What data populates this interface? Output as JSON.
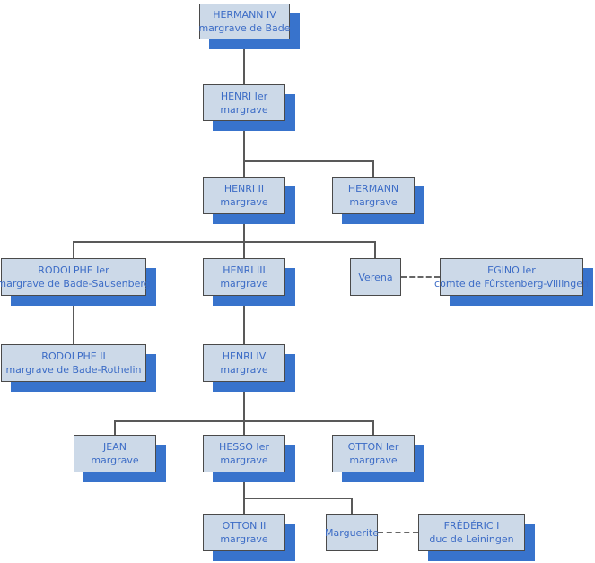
{
  "diagram": {
    "type": "family-tree",
    "subject": "Margraves de Bade (genealogie)"
  },
  "palette": {
    "background": "#ffffff",
    "box_fill": "#ccd9e8",
    "box_border": "#4a4a4a",
    "box_shadow": "#3873cc",
    "text_color": "#3c6cc6",
    "line_color": "#595959",
    "dash_color": "#666666"
  },
  "nodes": {
    "hermann4": {
      "name": "HERMANN IV",
      "title": "margrave de Bade"
    },
    "henri1": {
      "name": "HENRI Ier",
      "title": "margrave"
    },
    "henri2": {
      "name": "HENRI II",
      "title": "margrave"
    },
    "hermann": {
      "name": "HERMANN",
      "title": "margrave"
    },
    "rodolphe1": {
      "name": "RODOLPHE Ier",
      "title": "margrave de Bade-Sausenberg"
    },
    "henri3": {
      "name": "HENRI III",
      "title": "margrave"
    },
    "verena": {
      "name": "Verena"
    },
    "egino": {
      "name": "EGINO Ier",
      "title": "comte de Fûrstenberg-Villingen"
    },
    "rodolphe2": {
      "name": "RODOLPHE II",
      "title": "margrave de Bade-Rothelin"
    },
    "henri4": {
      "name": "HENRI IV",
      "title": "margrave"
    },
    "jean": {
      "name": "JEAN",
      "title": "margrave"
    },
    "hesso": {
      "name": "HESSO Ier",
      "title": "margrave"
    },
    "otton1": {
      "name": "OTTON Ier",
      "title": "margrave"
    },
    "otton2": {
      "name": "OTTON II",
      "title": "margrave"
    },
    "marguerite": {
      "name": "Marguerite"
    },
    "frederic": {
      "name": "FRÉDÉRIC I",
      "title": "duc de Leiningen"
    }
  },
  "relations": {
    "parent_child": [
      [
        "HERMANN IV",
        "HENRI Ier"
      ],
      [
        "HENRI Ier",
        "HENRI II"
      ],
      [
        "HENRI Ier",
        "HERMANN"
      ],
      [
        "HENRI II",
        "RODOLPHE Ier"
      ],
      [
        "HENRI II",
        "HENRI III"
      ],
      [
        "HENRI II",
        "Verena"
      ],
      [
        "RODOLPHE Ier",
        "RODOLPHE II"
      ],
      [
        "HENRI III",
        "HENRI IV"
      ],
      [
        "HENRI IV",
        "JEAN"
      ],
      [
        "HENRI IV",
        "HESSO Ier"
      ],
      [
        "HENRI IV",
        "OTTON Ier"
      ],
      [
        "HESSO Ier",
        "OTTON II"
      ],
      [
        "HESSO Ier",
        "Marguerite"
      ]
    ],
    "marriages": [
      [
        "Verena",
        "EGINO Ier"
      ],
      [
        "Marguerite",
        "FRÉDÉRIC I"
      ]
    ]
  }
}
